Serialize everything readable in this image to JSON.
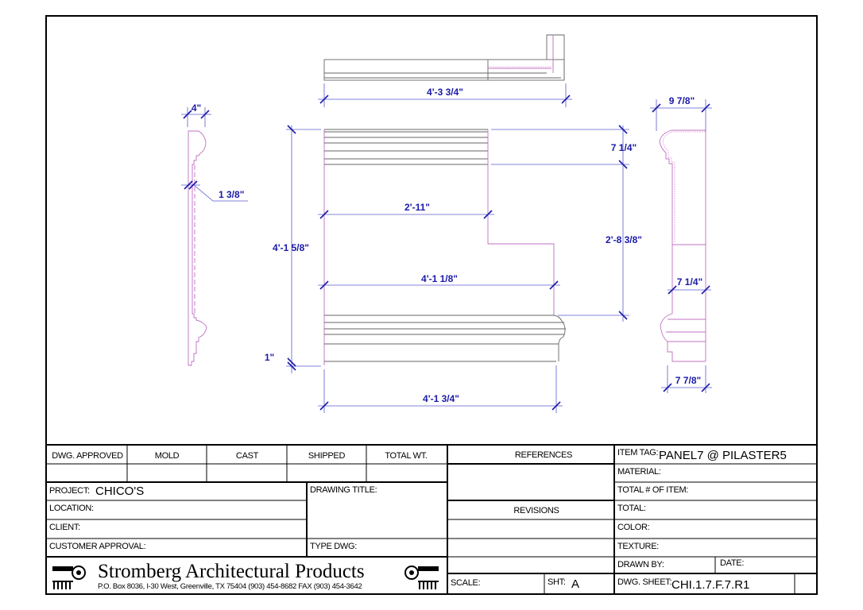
{
  "dimensions": {
    "plan_width": "4'-3 3/4\"",
    "overall_height": "4'-1 5/8\"",
    "base_offset": "1\"",
    "upper_width": "2'-11\"",
    "mid_width": "4'-1 1/8\"",
    "base_width": "4'-1 3/4\"",
    "cap_height": "7 1/4\"",
    "panel_height": "2'-8 3/8\"",
    "left_profile_depth": "4\"",
    "left_profile_thickness": "1 3/8\"",
    "right_profile_depth": "9 7/8\"",
    "right_profile_shaft": "7 1/4\"",
    "right_profile_base": "7 7/8\""
  },
  "title_block": {
    "status_headers": [
      "DWG. APPROVED",
      "MOLD",
      "CAST",
      "SHIPPED",
      "TOTAL WT."
    ],
    "project_label": "PROJECT:",
    "project_value": "CHICO'S",
    "location_label": "LOCATION:",
    "client_label": "CLIENT:",
    "customer_approval_label": "CUSTOMER APPROVAL:",
    "drawing_title_label": "DRAWING TITLE:",
    "type_dwg_label": "TYPE DWG:",
    "company_name": "Stromberg Architectural Products",
    "company_address": "P.O. Box 8036, I-30 West, Greenville, TX 75404  (903) 454-8682  FAX (903) 454-3642",
    "references_label": "REFERENCES",
    "revisions_label": "REVISIONS",
    "scale_label": "SCALE:",
    "sheet_label": "SHT:",
    "sheet_value": "A",
    "item_tag_label": "ITEM TAG:",
    "item_tag_value": "PANEL7 @ PILASTER5",
    "material_label": "MATERIAL:",
    "total_items_label": "TOTAL # OF ITEM:",
    "total_label": "TOTAL:",
    "color_label": "COLOR:",
    "texture_label": "TEXTURE:",
    "drawn_by_label": "DRAWN BY:",
    "date_label": "DATE:",
    "dwg_sheet_label": "DWG. SHEET:",
    "dwg_sheet_value": "CHI.1.7.F.7.R1"
  }
}
